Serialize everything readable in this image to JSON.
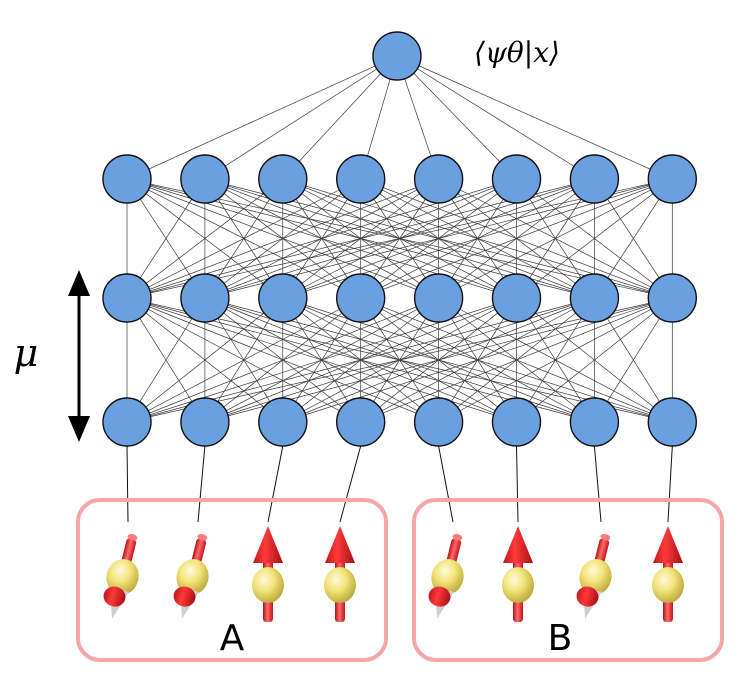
{
  "output_label": "⟨ψθ|x⟩",
  "depth_label": "μ",
  "partitions": [
    {
      "label": "A",
      "spins": [
        "down",
        "down",
        "up",
        "up"
      ]
    },
    {
      "label": "B",
      "spins": [
        "down",
        "up",
        "down",
        "up"
      ]
    }
  ],
  "network": {
    "hidden_layers": 3,
    "units_per_layer": 8,
    "output_units": 1
  },
  "colors": {
    "node_fill": "#6a9fe0",
    "partition_border": "#f4a7a7",
    "spin_arrow": "#e8202a",
    "spin_sphere": "#f3e47a"
  }
}
